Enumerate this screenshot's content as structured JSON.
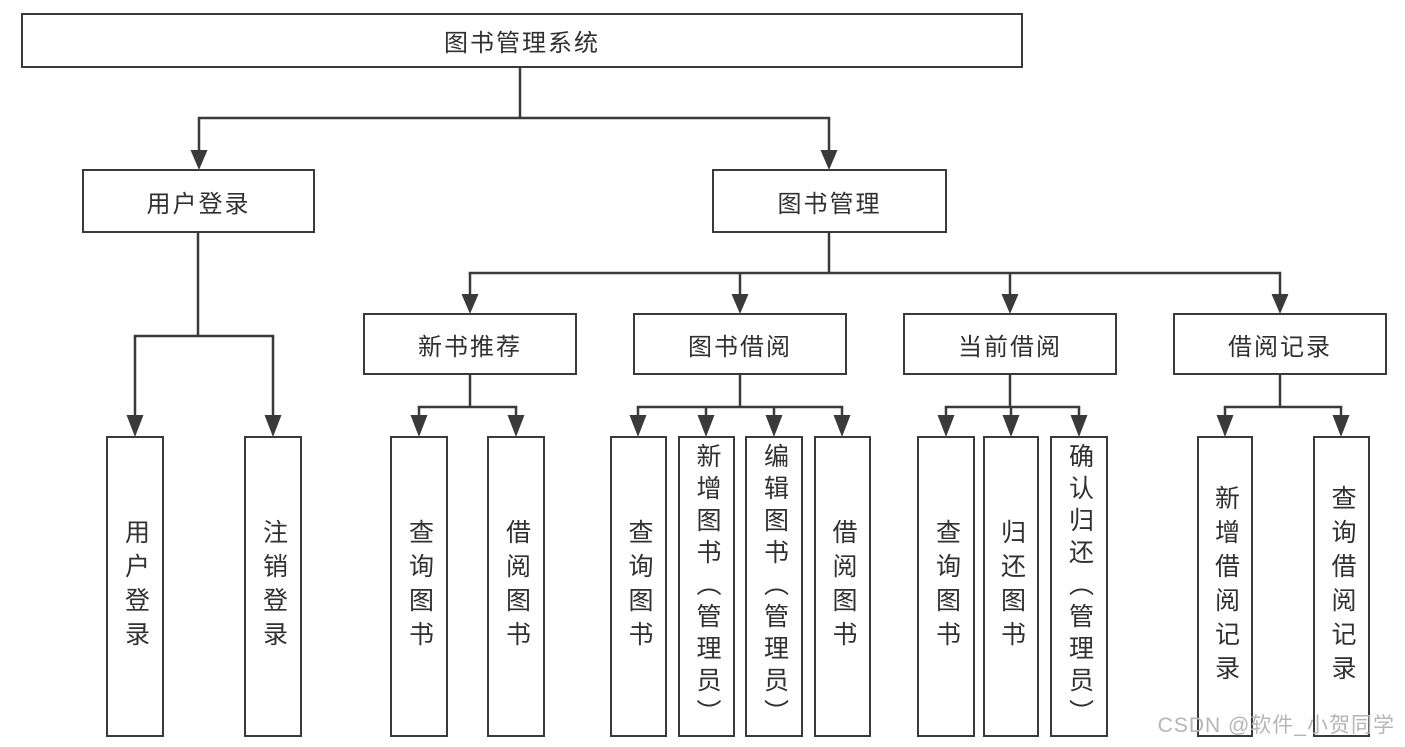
{
  "diagram_type": "hierarchy-tree",
  "colors": {
    "background": "#ffffff",
    "line": "#3a3a3a",
    "border": "#3a3a3a",
    "text": "#303030",
    "watermark": "#b5b5b5"
  },
  "watermark": {
    "text": "CSDN @软件_小贺同学"
  },
  "nodes": [
    {
      "id": "root",
      "label": "图书管理系统",
      "level": 1
    },
    {
      "id": "user-login",
      "label": "用户登录",
      "level": 2,
      "parent": "root"
    },
    {
      "id": "book-management",
      "label": "图书管理",
      "level": 2,
      "parent": "root"
    },
    {
      "id": "new-book-recommend",
      "label": "新书推荐",
      "level": 3,
      "parent": "book-management"
    },
    {
      "id": "book-borrow",
      "label": "图书借阅",
      "level": 3,
      "parent": "book-management"
    },
    {
      "id": "current-borrow",
      "label": "当前借阅",
      "level": 3,
      "parent": "book-management"
    },
    {
      "id": "borrow-records",
      "label": "借阅记录",
      "level": 3,
      "parent": "book-management"
    },
    {
      "id": "leaf-user-login",
      "label": "用户登录",
      "level": 4,
      "parent": "user-login"
    },
    {
      "id": "leaf-logout",
      "label": "注销登录",
      "level": 4,
      "parent": "user-login"
    },
    {
      "id": "leaf-query-book-1",
      "label": "查询图书",
      "level": 4,
      "parent": "new-book-recommend"
    },
    {
      "id": "leaf-borrow-book-1",
      "label": "借阅图书",
      "level": 4,
      "parent": "new-book-recommend"
    },
    {
      "id": "leaf-query-book-2",
      "label": "查询图书",
      "level": 4,
      "parent": "book-borrow"
    },
    {
      "id": "leaf-add-book-admin",
      "label": "新增图书（管理员）",
      "level": 4,
      "parent": "book-borrow"
    },
    {
      "id": "leaf-edit-book-admin",
      "label": "编辑图书（管理员）",
      "level": 4,
      "parent": "book-borrow"
    },
    {
      "id": "leaf-borrow-book-2",
      "label": "借阅图书",
      "level": 4,
      "parent": "book-borrow"
    },
    {
      "id": "leaf-query-book-3",
      "label": "查询图书",
      "level": 4,
      "parent": "current-borrow"
    },
    {
      "id": "leaf-return-book",
      "label": "归还图书",
      "level": 4,
      "parent": "current-borrow"
    },
    {
      "id": "leaf-confirm-return-admin",
      "label": "确认归还（管理员）",
      "level": 4,
      "parent": "current-borrow"
    },
    {
      "id": "leaf-add-borrow-record",
      "label": "新增借阅记录",
      "level": 4,
      "parent": "borrow-records"
    },
    {
      "id": "leaf-query-borrow-record",
      "label": "查询借阅记录",
      "level": 4,
      "parent": "borrow-records"
    }
  ]
}
